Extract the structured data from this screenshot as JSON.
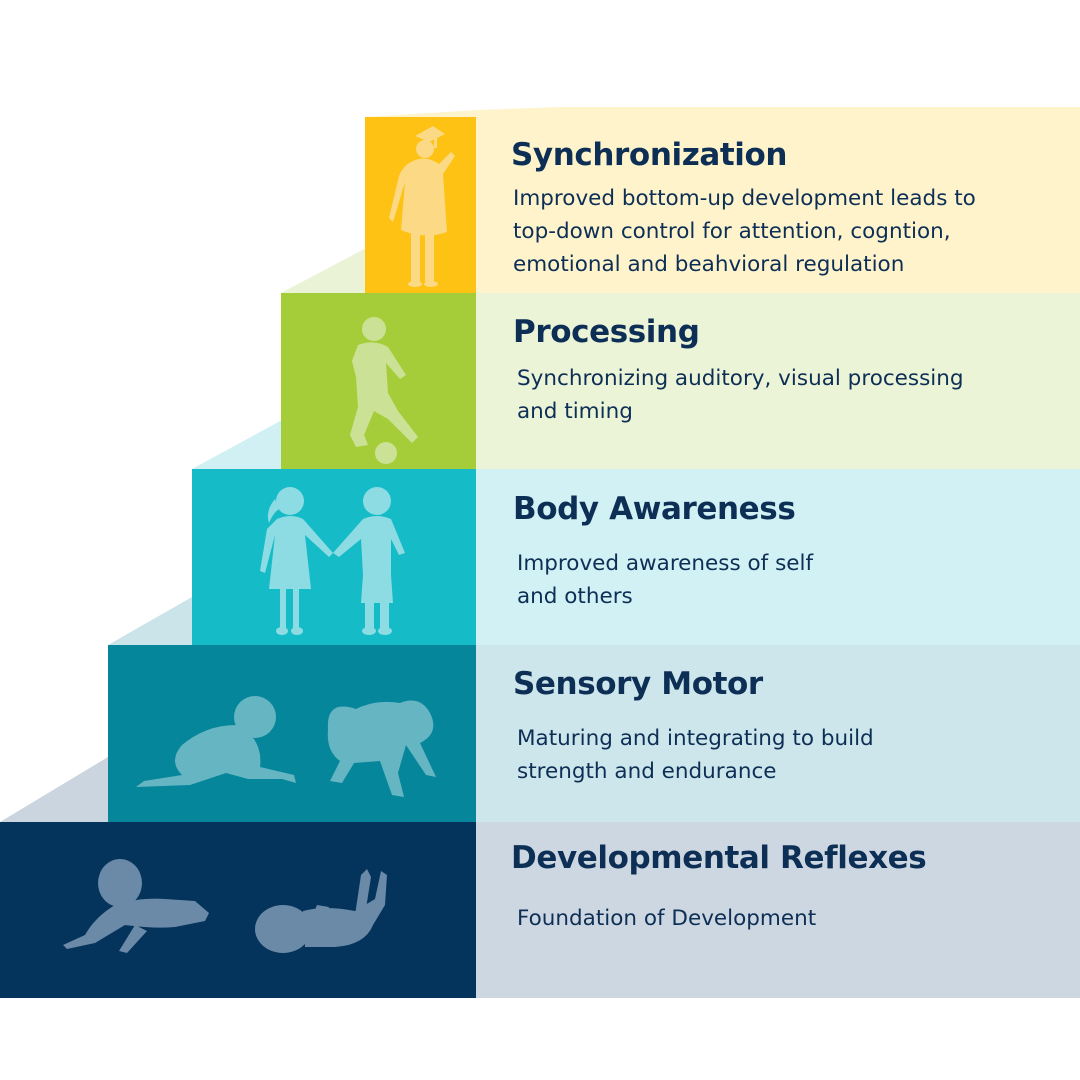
{
  "levels": [
    {
      "key": "synchronization",
      "title": "Synchronization",
      "description": "Improved bottom-up development leads to\ntop-down control for attention, cogntion,\nemotional and beahvioral regulation",
      "block_color": "#fec214",
      "panel_color": "#fff3cc",
      "figure_icon": "graduate-silhouette-icon"
    },
    {
      "key": "processing",
      "title": "Processing",
      "description": "Synchronizing auditory, visual processing\nand timing",
      "block_color": "#a5cd39",
      "panel_color": "#ecf4d8",
      "figure_icon": "soccer-child-silhouette-icon"
    },
    {
      "key": "body-awareness",
      "title": "Body Awareness",
      "description": "Improved awareness of self\nand others",
      "block_color": "#16bbc8",
      "panel_color": "#d1f1f4",
      "figure_icon": "children-holding-hands-silhouette-icon"
    },
    {
      "key": "sensory-motor",
      "title": "Sensory Motor",
      "description": "Maturing and integrating to build\nstrength and endurance",
      "block_color": "#06869a",
      "panel_color": "#cde6ec",
      "figure_icon": "crawling-babies-silhouette-icon"
    },
    {
      "key": "developmental-reflexes",
      "title": "Developmental Reflexes",
      "description": "Foundation of Development",
      "block_color": "#04335b",
      "panel_color": "#cdd7e1",
      "figure_icon": "infants-lying-silhouette-icon"
    }
  ]
}
